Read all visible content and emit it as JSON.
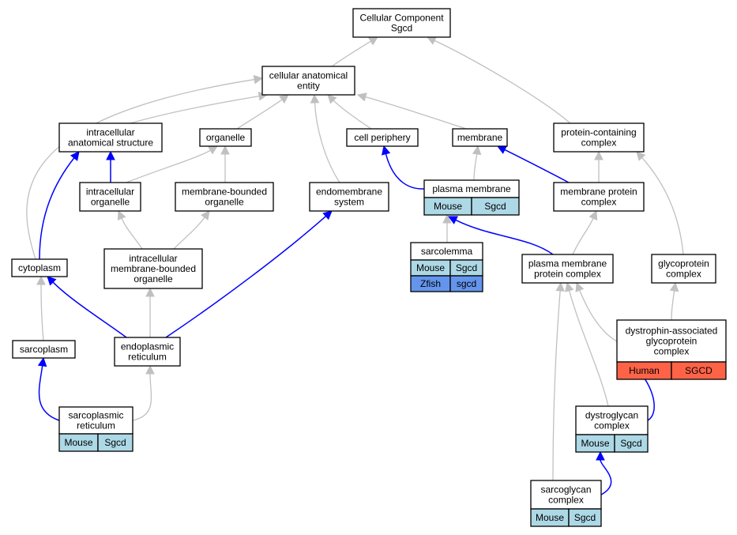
{
  "colors": {
    "mouse": "#add8e6",
    "zfish": "#6495ed",
    "human": "#ff6347",
    "edge_isa": "#c0c0c0",
    "edge_partof": "#0000ff"
  },
  "nodes": {
    "root": {
      "lines": [
        "Cellular Component",
        "Sgcd"
      ]
    },
    "cae": {
      "lines": [
        "cellular anatomical",
        "entity"
      ]
    },
    "ias": {
      "lines": [
        "intracellular",
        "anatomical structure"
      ]
    },
    "organelle": {
      "lines": [
        "organelle"
      ]
    },
    "cellperiph": {
      "lines": [
        "cell periphery"
      ]
    },
    "membrane": {
      "lines": [
        "membrane"
      ]
    },
    "pcc": {
      "lines": [
        "protein-containing",
        "complex"
      ]
    },
    "intorg": {
      "lines": [
        "intracellular",
        "organelle"
      ]
    },
    "mbo": {
      "lines": [
        "membrane-bounded",
        "organelle"
      ]
    },
    "endomem": {
      "lines": [
        "endomembrane",
        "system"
      ]
    },
    "pm": {
      "lines": [
        "plasma membrane"
      ],
      "cells": [
        {
          "text": "Mouse",
          "species": "mouse"
        },
        {
          "text": "Sgcd",
          "species": "mouse"
        }
      ]
    },
    "mpc": {
      "lines": [
        "membrane protein",
        "complex"
      ]
    },
    "imbo": {
      "lines": [
        "intracellular",
        "membrane-bounded",
        "organelle"
      ]
    },
    "cytoplasm": {
      "lines": [
        "cytoplasm"
      ]
    },
    "sarcolemma": {
      "lines": [
        "sarcolemma"
      ],
      "rows": [
        [
          {
            "text": "Mouse",
            "species": "mouse"
          },
          {
            "text": "Sgcd",
            "species": "mouse"
          }
        ],
        [
          {
            "text": "Zfish",
            "species": "zfish"
          },
          {
            "text": "sgcd",
            "species": "zfish"
          }
        ]
      ]
    },
    "pmpc": {
      "lines": [
        "plasma membrane",
        "protein complex"
      ]
    },
    "glyco": {
      "lines": [
        "glycoprotein",
        "complex"
      ]
    },
    "er": {
      "lines": [
        "endoplasmic",
        "reticulum"
      ]
    },
    "sarcoplasm": {
      "lines": [
        "sarcoplasm"
      ]
    },
    "dagc": {
      "lines": [
        "dystrophin-associated",
        "glycoprotein",
        "complex"
      ],
      "cells": [
        {
          "text": "Human",
          "species": "human"
        },
        {
          "text": "SGCD",
          "species": "human"
        }
      ]
    },
    "sr": {
      "lines": [
        "sarcoplasmic",
        "reticulum"
      ],
      "cells": [
        {
          "text": "Mouse",
          "species": "mouse"
        },
        {
          "text": "Sgcd",
          "species": "mouse"
        }
      ]
    },
    "dgc": {
      "lines": [
        "dystroglycan",
        "complex"
      ],
      "cells": [
        {
          "text": "Mouse",
          "species": "mouse"
        },
        {
          "text": "Sgcd",
          "species": "mouse"
        }
      ]
    },
    "sgc": {
      "lines": [
        "sarcoglycan",
        "complex"
      ],
      "cells": [
        {
          "text": "Mouse",
          "species": "mouse"
        },
        {
          "text": "Sgcd",
          "species": "mouse"
        }
      ]
    }
  },
  "edges": [
    {
      "from": "cae",
      "to": "root",
      "type": "is_a"
    },
    {
      "from": "pcc",
      "to": "root",
      "type": "is_a"
    },
    {
      "from": "ias",
      "to": "cae",
      "type": "is_a"
    },
    {
      "from": "organelle",
      "to": "cae",
      "type": "is_a"
    },
    {
      "from": "cellperiph",
      "to": "cae",
      "type": "is_a"
    },
    {
      "from": "membrane",
      "to": "cae",
      "type": "is_a"
    },
    {
      "from": "endomem",
      "to": "cae",
      "type": "is_a"
    },
    {
      "from": "cytoplasm",
      "to": "cae",
      "type": "is_a"
    },
    {
      "from": "intorg",
      "to": "ias",
      "type": "part_of"
    },
    {
      "from": "intorg",
      "to": "organelle",
      "type": "is_a"
    },
    {
      "from": "mbo",
      "to": "organelle",
      "type": "is_a"
    },
    {
      "from": "pm",
      "to": "cellperiph",
      "type": "part_of"
    },
    {
      "from": "pm",
      "to": "membrane",
      "type": "is_a"
    },
    {
      "from": "mpc",
      "to": "membrane",
      "type": "part_of"
    },
    {
      "from": "mpc",
      "to": "pcc",
      "type": "is_a"
    },
    {
      "from": "glyco",
      "to": "pcc",
      "type": "is_a"
    },
    {
      "from": "imbo",
      "to": "intorg",
      "type": "is_a"
    },
    {
      "from": "imbo",
      "to": "mbo",
      "type": "is_a"
    },
    {
      "from": "cytoplasm",
      "to": "ias",
      "type": "part_of"
    },
    {
      "from": "sarcolemma",
      "to": "pm",
      "type": "is_a"
    },
    {
      "from": "pmpc",
      "to": "pm",
      "type": "part_of"
    },
    {
      "from": "pmpc",
      "to": "mpc",
      "type": "is_a"
    },
    {
      "from": "dagc",
      "to": "glyco",
      "type": "is_a"
    },
    {
      "from": "er",
      "to": "imbo",
      "type": "is_a"
    },
    {
      "from": "er",
      "to": "cytoplasm",
      "type": "part_of"
    },
    {
      "from": "er",
      "to": "endomem",
      "type": "part_of"
    },
    {
      "from": "sarcoplasm",
      "to": "cytoplasm",
      "type": "is_a"
    },
    {
      "from": "sr",
      "to": "sarcoplasm",
      "type": "part_of"
    },
    {
      "from": "sr",
      "to": "er",
      "type": "is_a"
    },
    {
      "from": "dagc",
      "to": "pmpc",
      "type": "is_a"
    },
    {
      "from": "dgc",
      "to": "pmpc",
      "type": "is_a"
    },
    {
      "from": "dgc",
      "to": "dagc",
      "type": "part_of"
    },
    {
      "from": "sgc",
      "to": "pmpc",
      "type": "is_a"
    },
    {
      "from": "sgc",
      "to": "dgc",
      "type": "part_of"
    }
  ]
}
